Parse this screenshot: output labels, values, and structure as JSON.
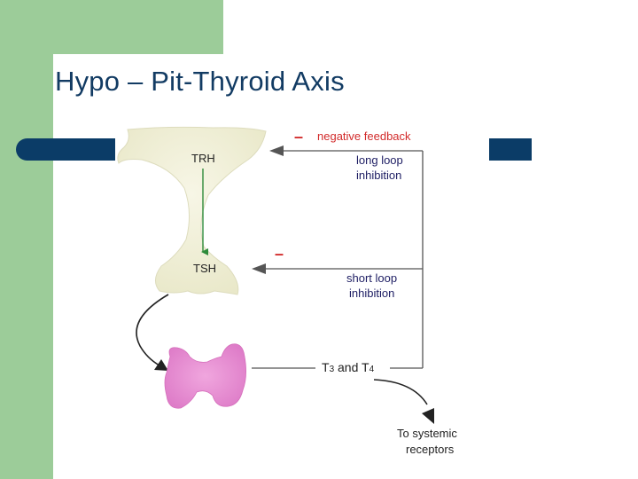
{
  "slide": {
    "title": "Hypo – Pit-Thyroid Axis"
  },
  "diagram": {
    "hormone_top": "TRH",
    "hormone_bottom": "TSH",
    "feedback_sign_1": "–",
    "feedback_sign_2": "–",
    "negative_feedback": "negative feedback",
    "long_loop_line1": "long loop",
    "long_loop_line2": "inhibition",
    "short_loop_line1": "short loop",
    "short_loop_line2": "inhibition",
    "t3_prefix": "T",
    "t3_sub": "3",
    "and_text": " and T",
    "t4_sub": "4",
    "target_line1": "To systemic",
    "target_line2": "receptors"
  },
  "colors": {
    "title": "#123b63",
    "accent_green": "#9ccc99",
    "bar_blue": "#0b3c67",
    "pituitary_fill": "#f3f2dc",
    "thyroid_fill": "#e58ad0",
    "arrow_green": "#2e8b3a",
    "feedback_red": "#d22a2a",
    "label_navy": "#1d1d63"
  }
}
